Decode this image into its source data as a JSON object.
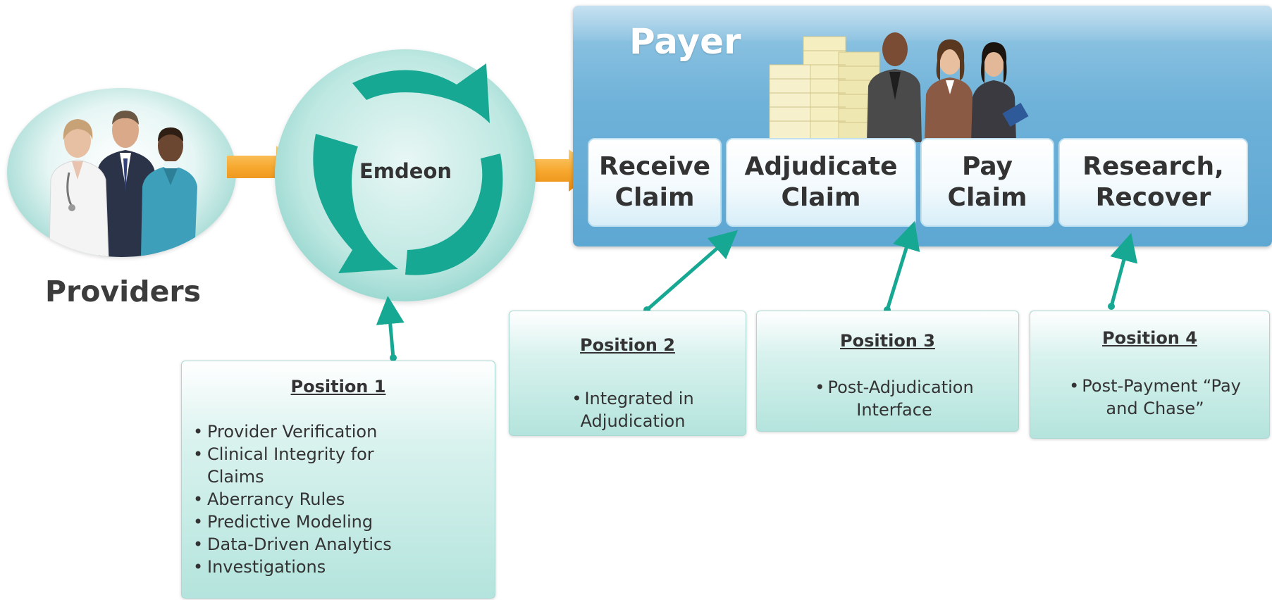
{
  "providers": {
    "label": "Providers"
  },
  "emdeon": {
    "label": "Emdeon"
  },
  "payer": {
    "title": "Payer",
    "steps": [
      {
        "line1": "Receive",
        "line2": "Claim"
      },
      {
        "line1": "Adjudicate",
        "line2": "Claim"
      },
      {
        "line1": "Pay",
        "line2": "Claim"
      },
      {
        "line1": "Research,",
        "line2": "Recover"
      }
    ]
  },
  "positions": [
    {
      "title": "Position 1",
      "items": [
        "Provider Verification",
        "Clinical Integrity for Claims",
        "Aberrancy Rules",
        "Predictive Modeling",
        "Data-Driven Analytics",
        "Investigations"
      ]
    },
    {
      "title": "Position 2",
      "items": [
        "Integrated in Adjudication"
      ]
    },
    {
      "title": "Position 3",
      "items": [
        "Post-Adjudication Interface"
      ]
    },
    {
      "title": "Position 4",
      "items": [
        "Post-Payment “Pay and Chase”"
      ]
    }
  ],
  "colors": {
    "teal": "#17a893",
    "arrow_orange": "#f7a930",
    "payer_blue": "#6fb2d9"
  },
  "icons": [
    "doctor-figure",
    "businessman-figure",
    "nurse-figure",
    "office-buildings",
    "business-people"
  ]
}
